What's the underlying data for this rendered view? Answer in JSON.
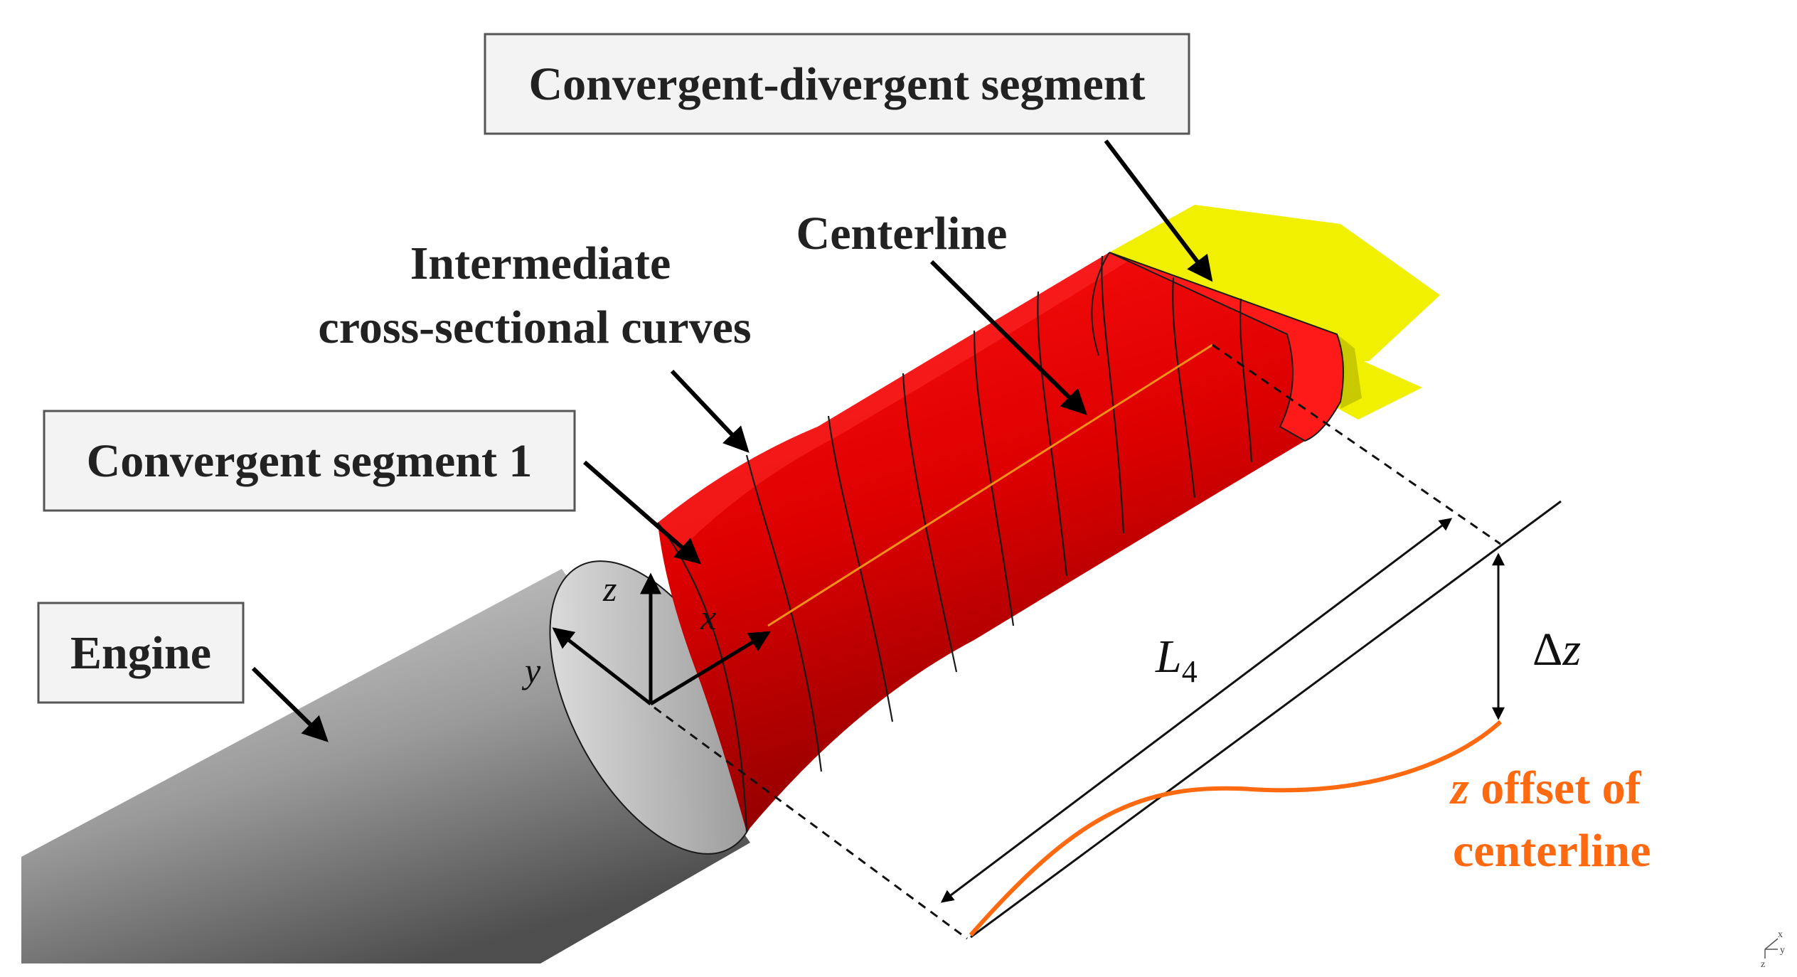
{
  "labels": {
    "cd_segment": "Convergent-divergent segment",
    "centerline": "Centerline",
    "intermediate_line1": "Intermediate",
    "intermediate_line2": "cross-sectional curves",
    "convergent_segment": "Convergent segment 1",
    "engine": "Engine",
    "axis_x": "x",
    "axis_y": "y",
    "axis_z": "z",
    "length": "L",
    "length_sub": "4",
    "dz_delta": "Δ",
    "dz_var": "z",
    "offset_var": "z",
    "offset_line1": " offset of",
    "offset_line2": "centerline",
    "triad_x": "x",
    "triad_y": "y",
    "triad_z": "z"
  },
  "colors": {
    "duct_red": "#e00000",
    "duct_dark": "#9a0000",
    "flap_yellow": "#f0f000",
    "engine_grey": "#9a9a9a",
    "offset_orange": "#ff6a10",
    "label_box_fill": "#f3f3f3"
  }
}
